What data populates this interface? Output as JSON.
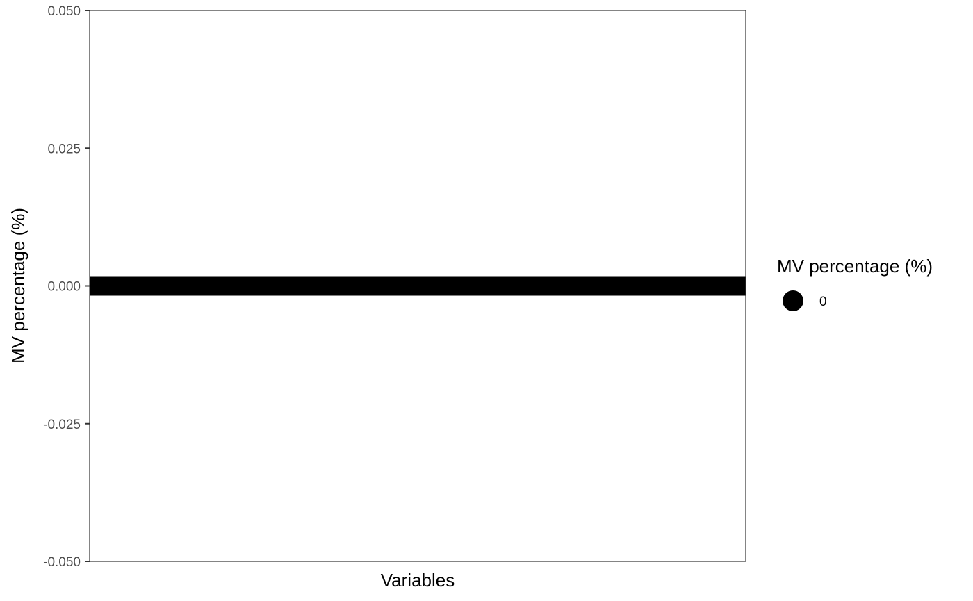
{
  "chart_data": {
    "type": "line",
    "title": "",
    "xlabel": "Variables",
    "ylabel": "MV percentage (%)",
    "ylim": [
      -0.05,
      0.05
    ],
    "yticks": [
      -0.05,
      -0.025,
      0,
      0.025,
      0.05
    ],
    "ytick_labels": [
      "-0.050",
      "-0.025",
      "0.000",
      "0.025",
      "0.050"
    ],
    "grid": false,
    "series": [
      {
        "name": "0",
        "values": [
          0
        ],
        "color": "#000000"
      }
    ],
    "legend": {
      "title": "MV percentage (%)",
      "position": "right",
      "entries": [
        {
          "label": "0",
          "symbol": "circle",
          "color": "#000000"
        }
      ]
    }
  }
}
